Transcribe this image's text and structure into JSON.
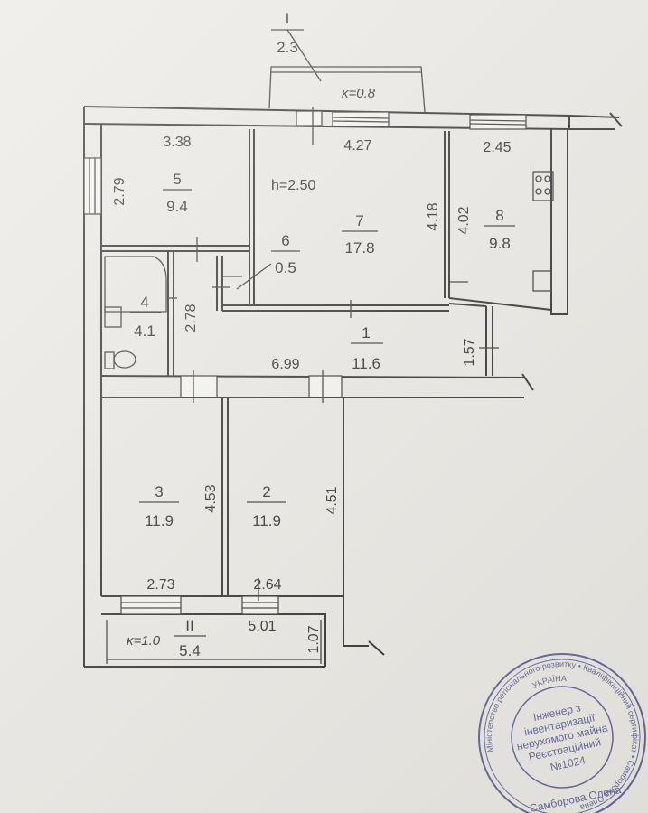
{
  "rooms": [
    {
      "id": "1",
      "area": "11.6"
    },
    {
      "id": "2",
      "area": "11.9"
    },
    {
      "id": "3",
      "area": "11.9"
    },
    {
      "id": "4",
      "area": "4.1"
    },
    {
      "id": "5",
      "area": "9.4"
    },
    {
      "id": "6",
      "area": "0.5"
    },
    {
      "id": "7",
      "area": "17.8"
    },
    {
      "id": "8",
      "area": "9.8"
    },
    {
      "id": "I",
      "area": "2.3"
    },
    {
      "id": "II",
      "area": "5.4"
    }
  ],
  "dimensions": [
    "3.38",
    "4.27",
    "2.45",
    "2.79",
    "4.18",
    "4.02",
    "2.78",
    "6.99",
    "1.57",
    "4.53",
    "4.51",
    "2.73",
    "2.64",
    "5.01",
    "1.07"
  ],
  "notes": {
    "height": "h=2.50",
    "balcony_coef_top": "κ=0.8",
    "balcony_coef_bottom": "κ=1.0"
  },
  "stamp": {
    "center_line1": "Інженер з",
    "center_line2": "інвентаризації",
    "center_line3": "нерухомого майна",
    "center_line4": "Реєстраційний",
    "center_line5": "№1024",
    "top_word": "УКРАЇНА",
    "outer_ring": "Міністерство регіонального розвитку • Кваліфікаційний сертифікат • Самборова Олена",
    "bottom_name": "Самборова Олена"
  },
  "colors": {
    "paper": "#e9e7e2",
    "ink": "#2b2b2b",
    "stamp": "#4b4f8a"
  }
}
